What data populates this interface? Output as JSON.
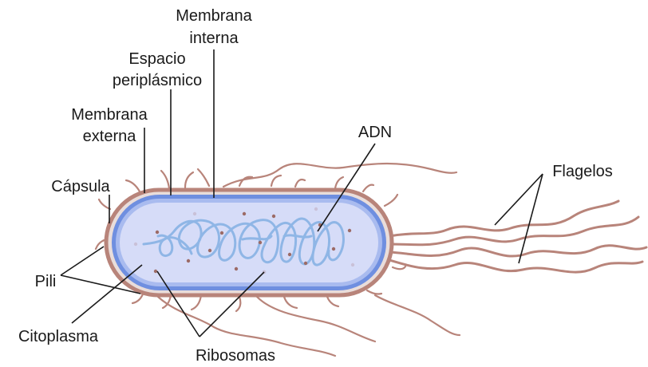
{
  "labels": {
    "membrana_interna_l1": "Membrana",
    "membrana_interna_l2": "interna",
    "espacio_l1": "Espacio",
    "espacio_l2": "periplásmico",
    "membrana_externa_l1": "Membrana",
    "membrana_externa_l2": "externa",
    "capsula": "Cápsula",
    "adn": "ADN",
    "flagelos": "Flagelos",
    "pili": "Pili",
    "citoplasma": "Citoplasma",
    "ribosomas": "Ribosomas"
  },
  "colors": {
    "capsule": "#b8847a",
    "outer_membrane": "#6f8fe0",
    "cytoplasm": "#d6dcf8",
    "dna": "#8fb6e6",
    "appendage": "#b8847a",
    "ribosome": "#9c6b66",
    "leader_line": "#1a1a1a"
  }
}
